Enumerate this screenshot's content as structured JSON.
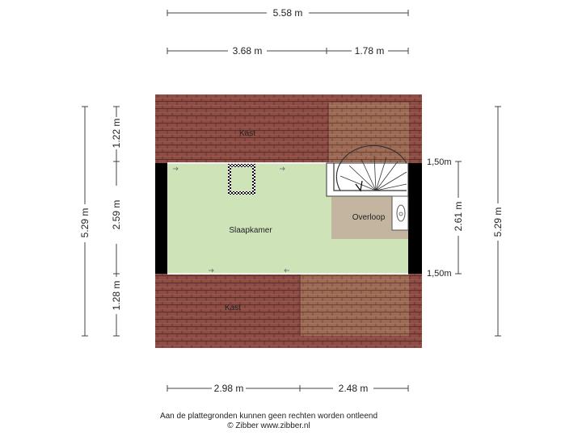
{
  "dimensions": {
    "total_width": "5.58 m",
    "top_left_width": "3.68 m",
    "top_right_width": "1.78 m",
    "bottom_left_width": "2.98 m",
    "bottom_right_width": "2.48 m",
    "left_total_height": "5.29 m",
    "left_top_height": "1.22 m",
    "left_middle_height": "2.59 m",
    "left_bottom_height": "1.28 m",
    "right_total_height": "5.29 m",
    "right_middle_height": "2.61 m",
    "right_top_headroom": "1,50m",
    "right_bottom_headroom": "1,50m"
  },
  "rooms": {
    "kast_top": "Kast",
    "slaapkamer": "Slaapkamer",
    "overloop": "Overloop",
    "kast_bottom": "Kast"
  },
  "colors": {
    "roof_tile": "#8d4c44",
    "roof_tile_light": "#a0705a",
    "bedroom_floor": "#cfe3b8",
    "landing_floor": "#c4b5a1",
    "wall": "#000000"
  },
  "footer": {
    "line1": "Aan de plattegronden kunnen geen rechten worden ontleend",
    "line2": "© Zibber www.zibber.nl"
  }
}
